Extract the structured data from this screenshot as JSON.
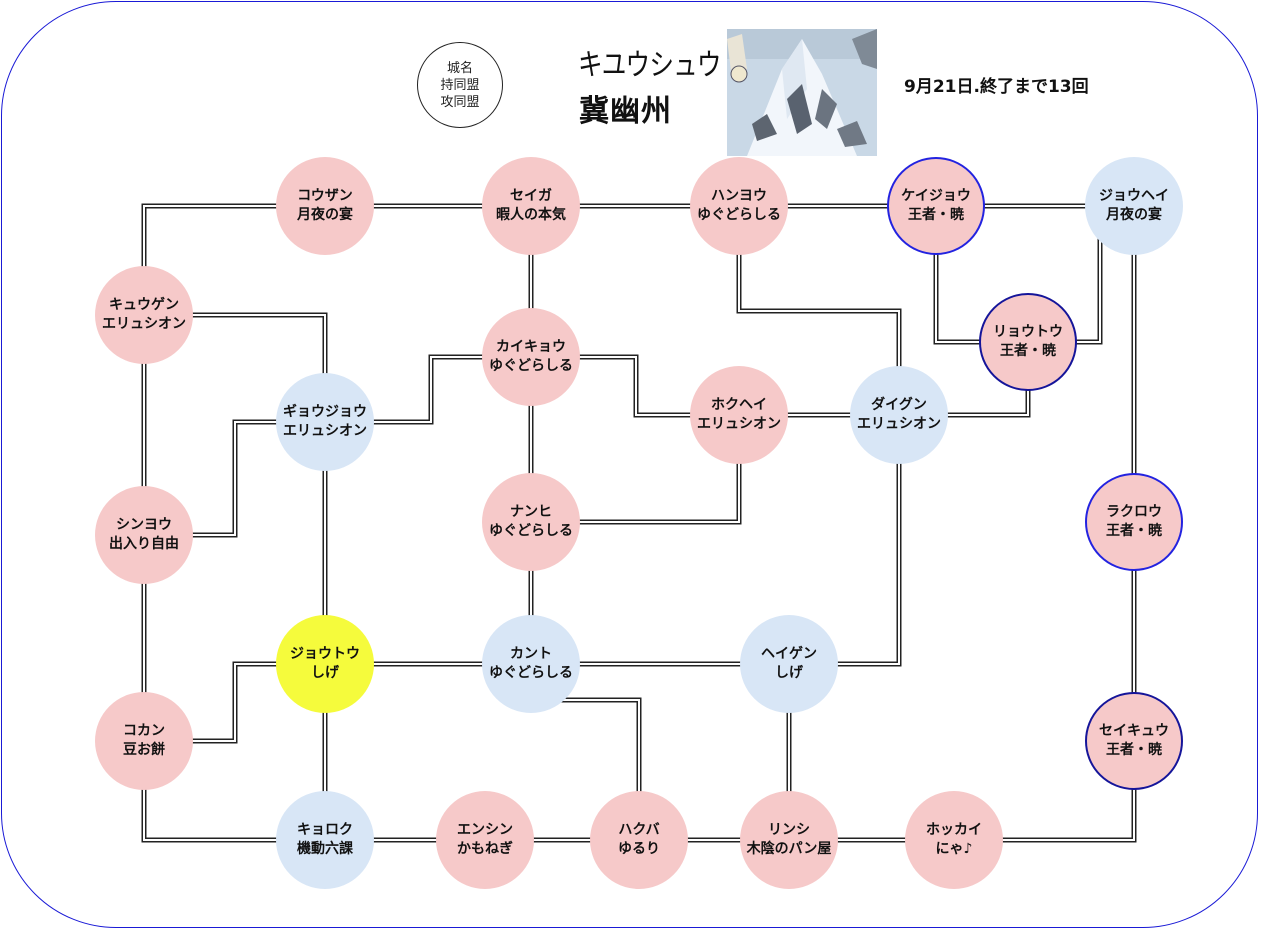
{
  "header": {
    "region_kana": "キユウシュウ",
    "region_name": "冀幽州",
    "info": "9月21日.終了まで13回",
    "image_icon": "snowy-mountain-map-thumbnail"
  },
  "legend": [
    "城名",
    "持同盟",
    "攻同盟"
  ],
  "colors": {
    "frame": "#1a1ad6",
    "pink": "#f6c9c9",
    "blue": "#d8e6f6",
    "yellow": "#f5fb3c",
    "highlight_border": "#2323e0"
  },
  "nodes": [
    {
      "id": "kouzan",
      "name": "コウザン",
      "alliance": "月夜の宴",
      "color": "pink"
    },
    {
      "id": "seiga",
      "name": "セイガ",
      "alliance": "暇人の本気",
      "color": "pink"
    },
    {
      "id": "hanyou",
      "name": "ハンヨウ",
      "alliance": "ゆぐどらしる",
      "color": "pink"
    },
    {
      "id": "keijou",
      "name": "ケイジョウ",
      "alliance": "王者・暁",
      "color": "pink",
      "highlight": true
    },
    {
      "id": "jouhei",
      "name": "ジョウヘイ",
      "alliance": "月夜の宴",
      "color": "blue"
    },
    {
      "id": "kyuugen",
      "name": "キュウゲン",
      "alliance": "エリュシオン",
      "color": "pink"
    },
    {
      "id": "ryoutou",
      "name": "リョウトウ",
      "alliance": "王者・暁",
      "color": "pink",
      "highlight": true
    },
    {
      "id": "kaikyou",
      "name": "カイキョウ",
      "alliance": "ゆぐどらしる",
      "color": "pink"
    },
    {
      "id": "gyoujou",
      "name": "ギョウジョウ",
      "alliance": "エリュシオン",
      "color": "blue"
    },
    {
      "id": "hokuhei",
      "name": "ホクヘイ",
      "alliance": "エリュシオン",
      "color": "pink"
    },
    {
      "id": "daigun",
      "name": "ダイグン",
      "alliance": "エリュシオン",
      "color": "blue"
    },
    {
      "id": "shinyou",
      "name": "シンヨウ",
      "alliance": "出入り自由",
      "color": "pink"
    },
    {
      "id": "nanhi",
      "name": "ナンヒ",
      "alliance": "ゆぐどらしる",
      "color": "pink"
    },
    {
      "id": "rakurou",
      "name": "ラクロウ",
      "alliance": "王者・暁",
      "color": "pink",
      "highlight": true
    },
    {
      "id": "joutou",
      "name": "ジョウトウ",
      "alliance": "しげ",
      "color": "yellow"
    },
    {
      "id": "kanto",
      "name": "カント",
      "alliance": "ゆぐどらしる",
      "color": "blue"
    },
    {
      "id": "heigen",
      "name": "ヘイゲン",
      "alliance": "しげ",
      "color": "blue"
    },
    {
      "id": "kokan",
      "name": "コカン",
      "alliance": "豆お餅",
      "color": "pink"
    },
    {
      "id": "seikyuu",
      "name": "セイキュウ",
      "alliance": "王者・暁",
      "color": "pink",
      "highlight": true
    },
    {
      "id": "kyoroku",
      "name": "キョロク",
      "alliance": "機動六課",
      "color": "blue"
    },
    {
      "id": "enshin",
      "name": "エンシン",
      "alliance": "かもねぎ",
      "color": "pink"
    },
    {
      "id": "hakuba",
      "name": "ハクバ",
      "alliance": "ゆるり",
      "color": "pink"
    },
    {
      "id": "rinshi",
      "name": "リンシ",
      "alliance": "木陰のパン屋",
      "color": "pink"
    },
    {
      "id": "hokkai",
      "name": "ホッカイ",
      "alliance": "にゃ♪",
      "color": "pink"
    }
  ],
  "edges": [
    [
      "kouzan",
      "seiga"
    ],
    [
      "seiga",
      "hanyou"
    ],
    [
      "hanyou",
      "keijou"
    ],
    [
      "keijou",
      "jouhei"
    ],
    [
      "kouzan",
      "kyuugen"
    ],
    [
      "seiga",
      "kaikyou"
    ],
    [
      "hanyou",
      "daigun"
    ],
    [
      "keijou",
      "ryoutou"
    ],
    [
      "jouhei",
      "ryoutou"
    ],
    [
      "jouhei",
      "rakurou"
    ],
    [
      "kyuugen",
      "gyoujou"
    ],
    [
      "kyuugen",
      "shinyou"
    ],
    [
      "kaikyou",
      "gyoujou"
    ],
    [
      "kaikyou",
      "hokuhei"
    ],
    [
      "kaikyou",
      "nanhi"
    ],
    [
      "hokuhei",
      "daigun"
    ],
    [
      "daigun",
      "ryoutou"
    ],
    [
      "gyoujou",
      "shinyou"
    ],
    [
      "gyoujou",
      "joutou"
    ],
    [
      "hokuhei",
      "nanhi"
    ],
    [
      "nanhi",
      "kanto"
    ],
    [
      "daigun",
      "heigen"
    ],
    [
      "shinyou",
      "kokan"
    ],
    [
      "joutou",
      "kanto"
    ],
    [
      "kanto",
      "heigen"
    ],
    [
      "joutou",
      "kokan"
    ],
    [
      "joutou",
      "kyoroku"
    ],
    [
      "kanto",
      "hakuba"
    ],
    [
      "heigen",
      "rinshi"
    ],
    [
      "rakurou",
      "seikyuu"
    ],
    [
      "kokan",
      "kyoroku"
    ],
    [
      "kyoroku",
      "enshin"
    ],
    [
      "enshin",
      "hakuba"
    ],
    [
      "hakuba",
      "rinshi"
    ],
    [
      "rinshi",
      "hokkai"
    ],
    [
      "hokkai",
      "seikyuu"
    ]
  ]
}
